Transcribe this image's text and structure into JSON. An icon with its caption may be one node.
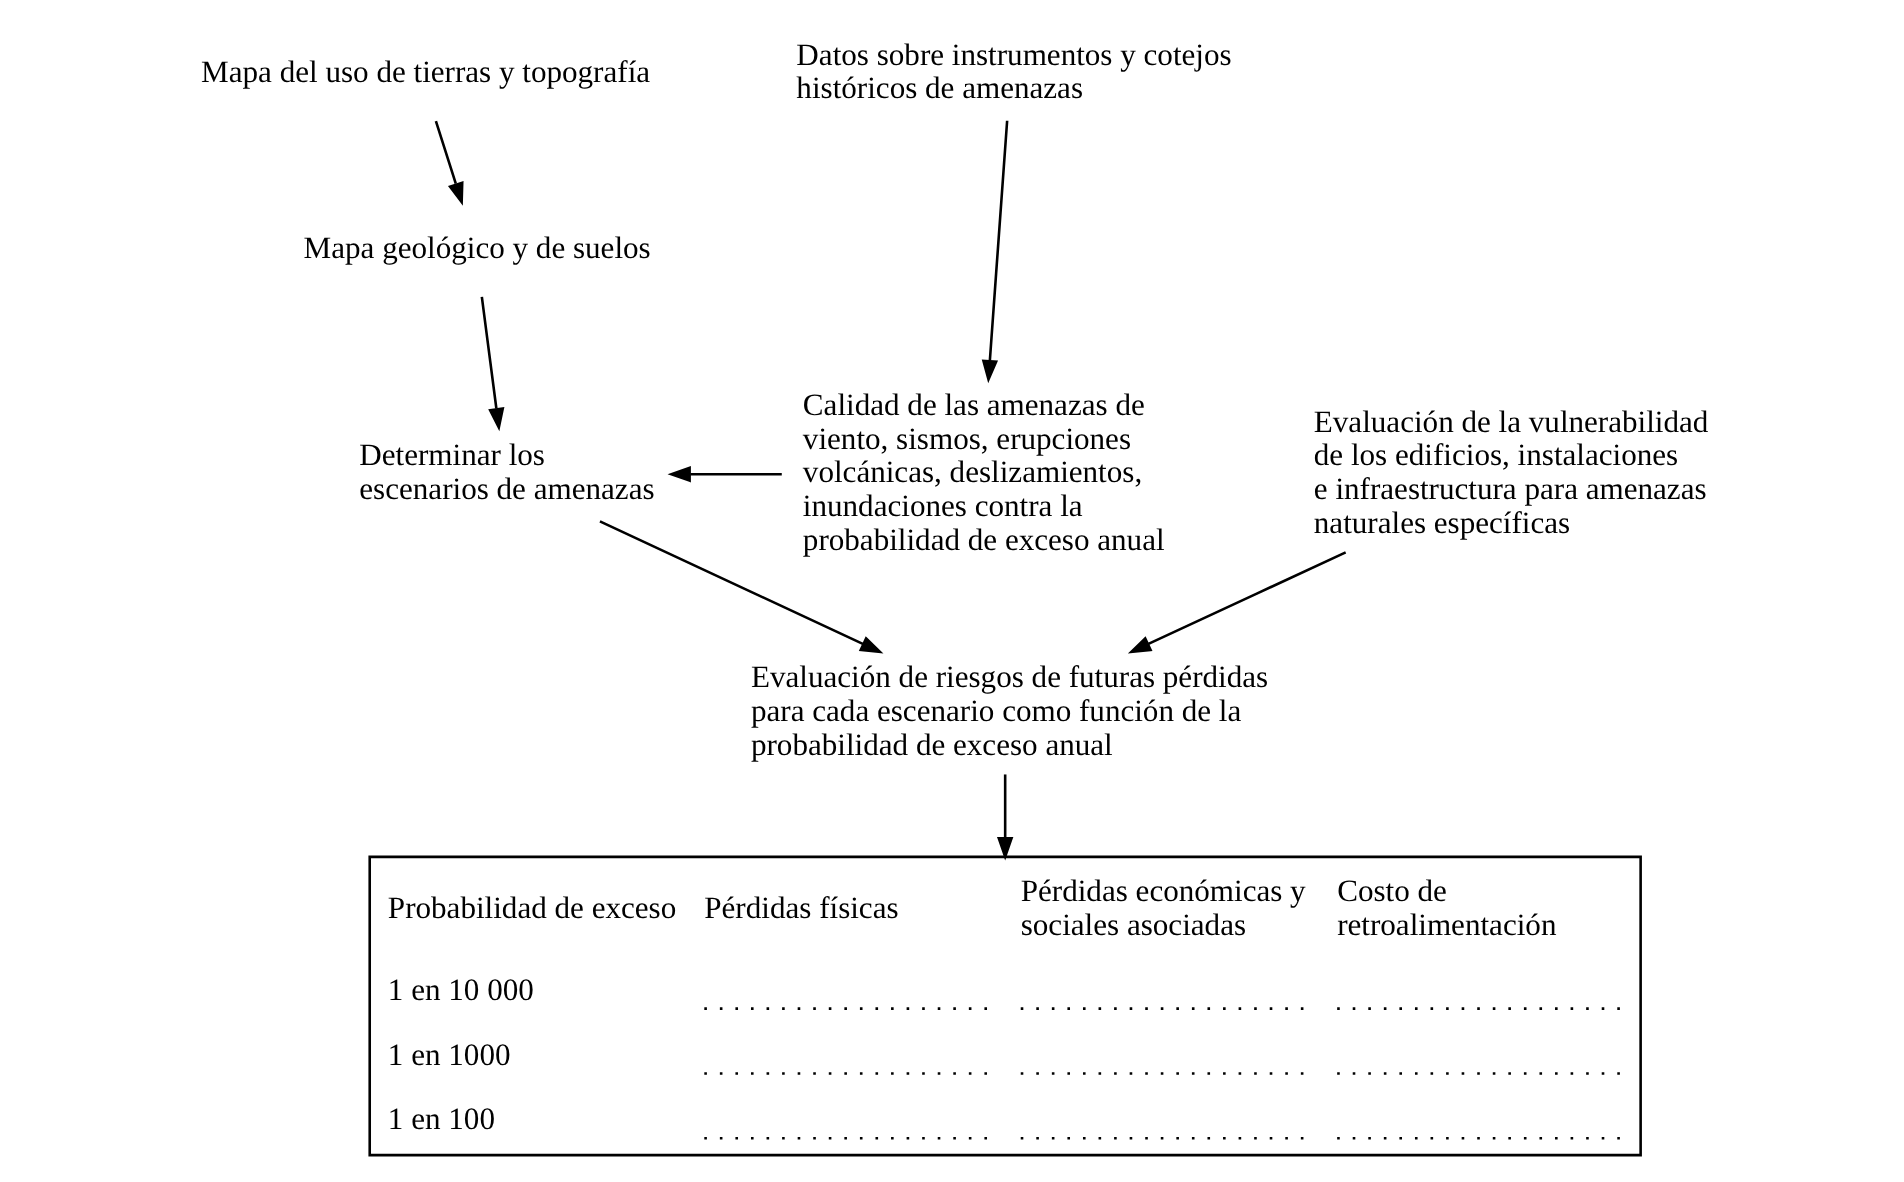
{
  "diagram": {
    "nodes": [
      {
        "text": [
          "Mapa del uso de tierras y topografía"
        ]
      },
      {
        "text": [
          "Datos sobre instrumentos y cotejos históricos de amenazas"
        ]
      },
      {
        "text": [
          "Mapa geológico y de suelos"
        ]
      },
      {
        "text": [
          "Evaluación de la vulnerabilidad de los edificios, instalaciones e infraestructura para amenazas naturales específicas"
        ]
      },
      {
        "text": [
          "Determinar los escenarios de amenazas"
        ]
      },
      {
        "text": [
          "Calidad de las amenazas de viento, sismos, erupciones volcánicas, deslizamientos, inundaciones contra la probabilidad de exceso anual"
        ]
      },
      {
        "text": [
          "Evaluación de riesgos de futuras pérdidas para cada escenario como función de la probabilidad de exceso anual"
        ]
      },
      {
        "text": [
          "Probabilidad de exceso",
          "Pérdidas físicas",
          "Pérdidas económicas y sociales asociadas",
          "Costo de retroalimentación",
          "1 en 10 000",
          "1 en 1000",
          "1 en 100"
        ]
      }
    ],
    "edges": [
      {
        "from": 0,
        "to": 2,
        "arrow": "to"
      },
      {
        "from": 2,
        "to": 4,
        "arrow": "to"
      },
      {
        "from": 1,
        "to": 5,
        "arrow": "to"
      },
      {
        "from": 5,
        "to": 4,
        "arrow": "to"
      },
      {
        "from": 4,
        "to": 6,
        "arrow": "to"
      },
      {
        "from": 3,
        "to": 6,
        "arrow": "to"
      },
      {
        "from": 6,
        "to": 7,
        "arrow": "to"
      }
    ]
  }
}
